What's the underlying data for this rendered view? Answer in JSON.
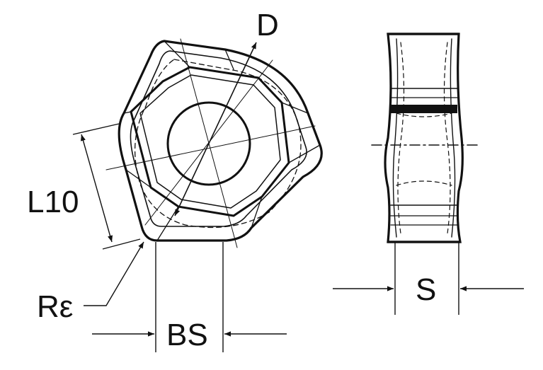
{
  "labels": {
    "d": "D",
    "l10": "L10",
    "r_epsilon": "Rε",
    "bs": "BS",
    "s": "S"
  },
  "colors": {
    "line": "#111111",
    "background": "#ffffff"
  }
}
